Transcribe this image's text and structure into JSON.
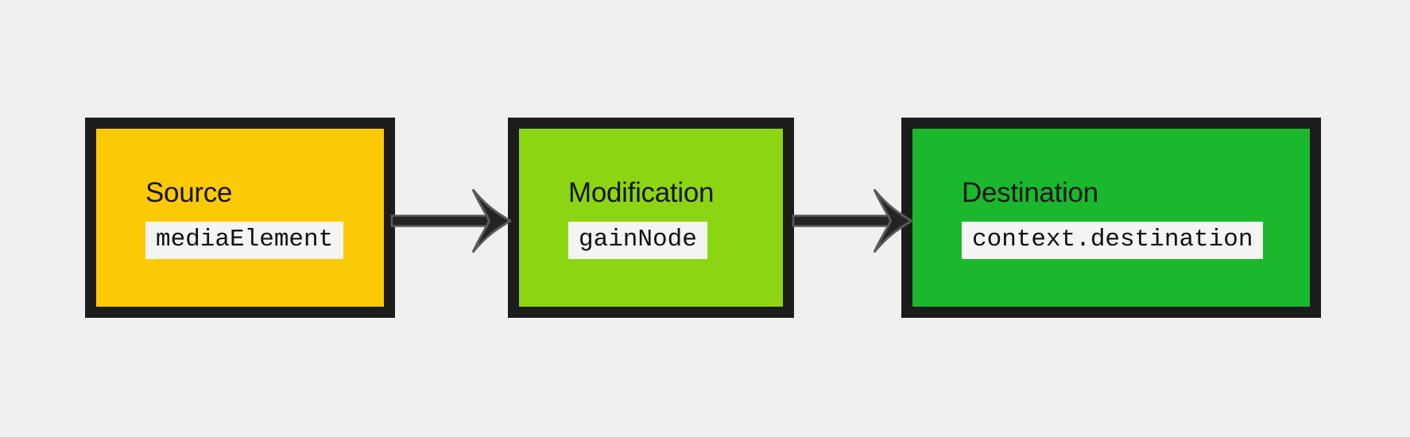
{
  "colors": {
    "page_background": "#f0f0ef",
    "node_border": "#1c1c1c",
    "chip_background": "#f4f4f2",
    "label_text": "#161616",
    "code_text": "#111111",
    "arrow_fill": "#242424",
    "arrow_outline": "#5a5a5a"
  },
  "diagram": {
    "type": "flow",
    "nodes": [
      {
        "id": "source",
        "label": "Source",
        "code": "mediaElement",
        "fill": "#fcca05"
      },
      {
        "id": "modification",
        "label": "Modification",
        "code": "gainNode",
        "fill": "#8cd512"
      },
      {
        "id": "destination",
        "label": "Destination",
        "code": "context.destination",
        "fill": "#1bb82d"
      }
    ],
    "connections": [
      {
        "from": "source",
        "to": "modification"
      },
      {
        "from": "modification",
        "to": "destination"
      }
    ]
  }
}
